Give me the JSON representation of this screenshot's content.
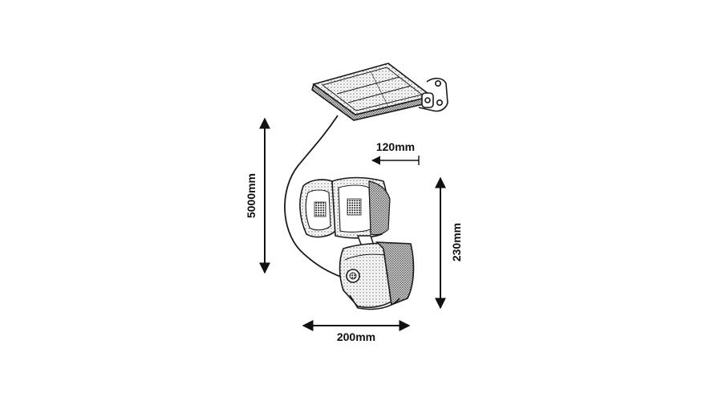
{
  "dimensions": {
    "cable_length": "5000mm",
    "panel_offset": "120mm",
    "height": "230mm",
    "width": "200mm"
  },
  "colors": {
    "line": "#1a1a1a",
    "background": "#ffffff",
    "shade": "#6b6b6b"
  }
}
